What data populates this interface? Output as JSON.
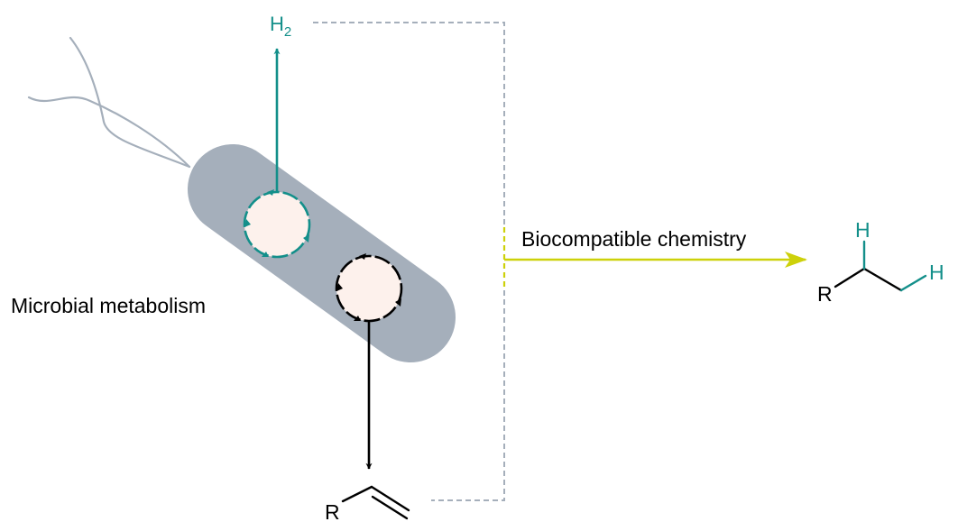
{
  "labels": {
    "microbial_metabolism": "Microbial metabolism",
    "biocompatible_chemistry": "Biocompatible chemistry",
    "hydrogen_symbol": "H",
    "hydrogen_subscript": "2",
    "alkene_r": "R",
    "product_r": "R",
    "product_h_top": "H",
    "product_h_right": "H"
  },
  "colors": {
    "cell_body": "#a5afbb",
    "flagellum": "#a5afbb",
    "teal": "#138f8a",
    "black": "#000000",
    "dashed_gray": "#a5afbb",
    "yellow": "#cdd10a",
    "organelle_fill": "#fdf1ec"
  },
  "icons": {
    "cell": "bacterium-rod-shape",
    "cycle_teal": "circular-cycle-arrows",
    "cycle_black": "circular-cycle-arrows",
    "alkene": "terminal-alkene-structure",
    "product": "alkane-structure-with-added-hydrogens"
  }
}
